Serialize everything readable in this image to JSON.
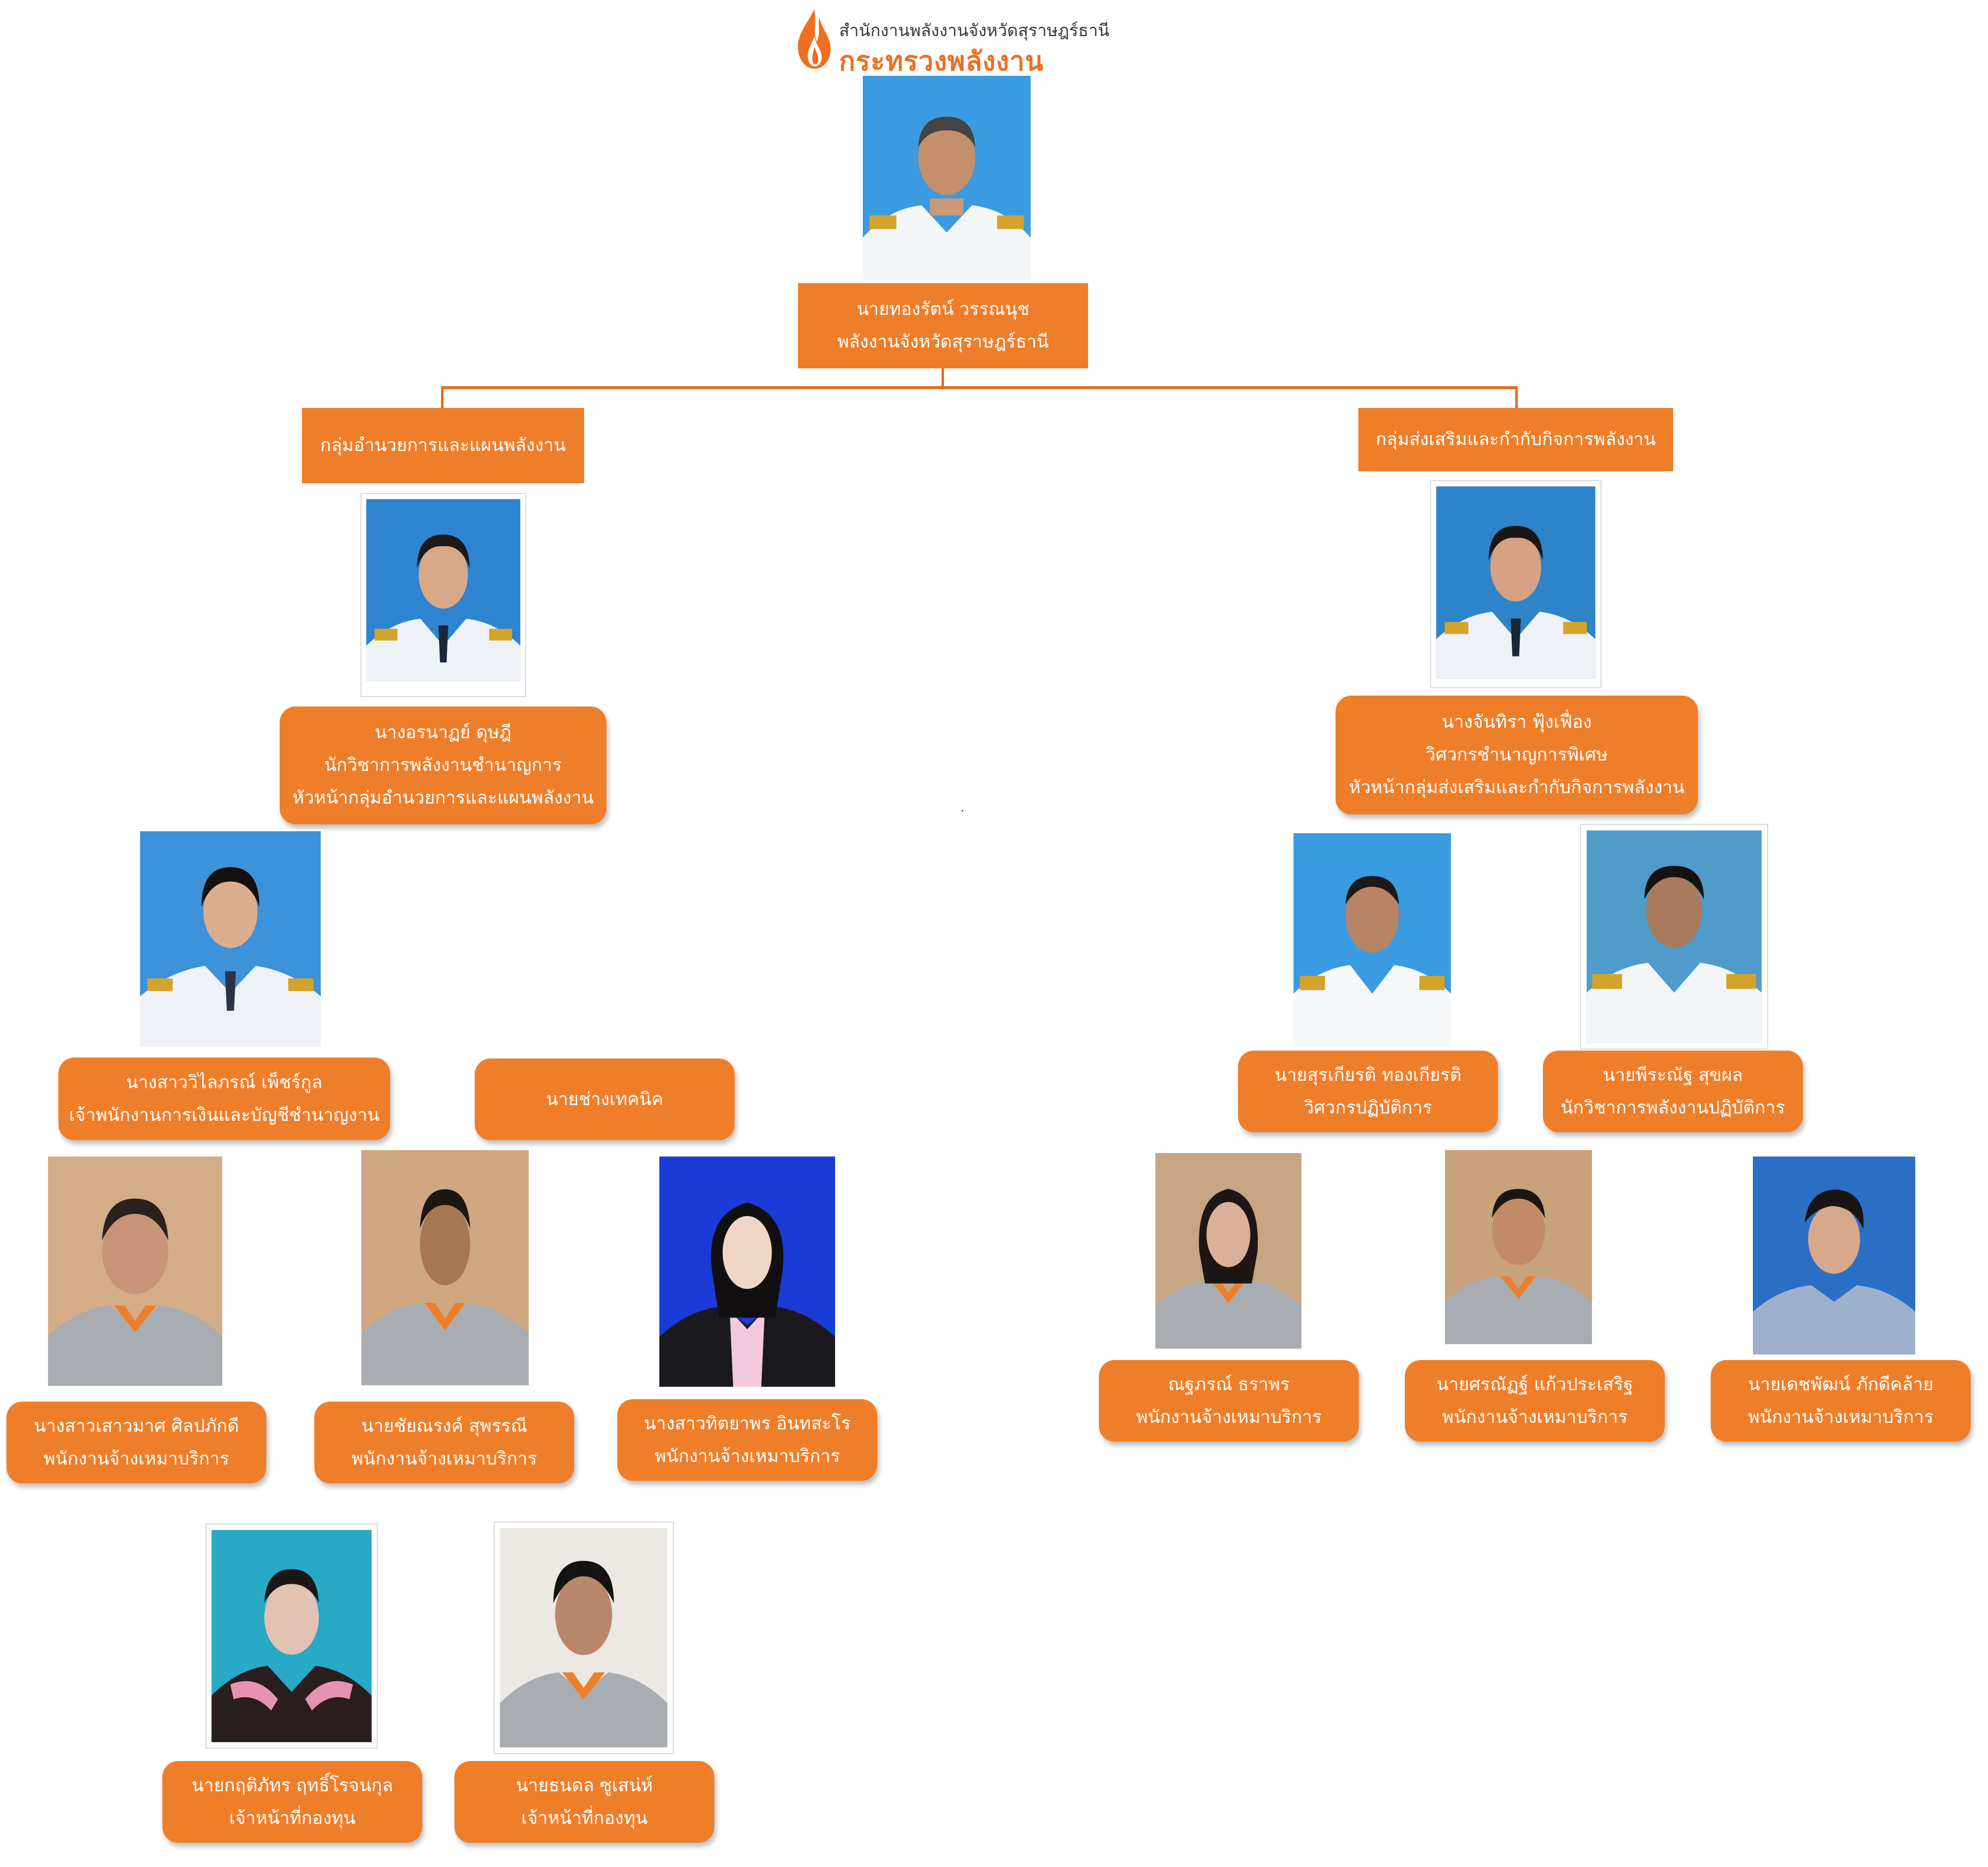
{
  "header": {
    "org_line": "สำนักงานพลังงานจังหวัดสุราษฎร์ธานี",
    "ministry": "กระทรวงพลังงาน"
  },
  "colors": {
    "accent": "#ef7e2a",
    "line": "#e56d1e",
    "photo_blue": "#2d8fd6"
  },
  "head": {
    "name": "นายทองรัตน์ วรรณนุช",
    "title": "พลังงานจังหวัดสุราษฎร์ธานี"
  },
  "groups": {
    "left_label": "กลุ่มอำนวยการและแผนพลังงาน",
    "right_label": "กลุ่มส่งเสริมและกำกับกิจการพลังงาน"
  },
  "left_lead": {
    "name": "นางอรนาฏย์  ดุษฎี",
    "title": "นักวิชาการพลังงานชำนาญการ",
    "role": "หัวหน้ากลุ่มอำนวยการและแผนพลังงาน"
  },
  "right_lead": {
    "name": "นางจันทิรา  ฟุ้งเฟื่อง",
    "title": "วิศวกรชำนาญการพิเศษ",
    "role": "หัวหน้ากลุ่มส่งเสริมและกำกับกิจการพลังงาน"
  },
  "left_officer": {
    "name": "นางสาววิไลภรณ์ เพ็ชร์กูล",
    "title": "เจ้าพนักงานการเงินและบัญชีชำนาญงาน"
  },
  "technician": {
    "label": "นายช่างเทคนิค"
  },
  "right_officers": [
    {
      "name": "นายสุรเกียรติ ทองเกียรติ",
      "title": "วิศวกรปฏิบัติการ"
    },
    {
      "name": "นายพีระณัฐ  สุขผล",
      "title": "นักวิชาการพลังงานปฏิบัติการ"
    }
  ],
  "left_staff": [
    {
      "name": "นางสาวเสาวมาศ ศิลปภักดี",
      "title": "พนักงานจ้างเหมาบริการ"
    },
    {
      "name": "นายชัยณรงค์ สุพรรณี",
      "title": "พนักงานจ้างเหมาบริการ"
    },
    {
      "name": "นางสาวทิตยาพร  อินทสะโร",
      "title": "พนักงานจ้างเหมาบริการ"
    }
  ],
  "right_staff": [
    {
      "name": "ณฐภรณ์ ธราพร",
      "title": "พนักงานจ้างเหมาบริการ"
    },
    {
      "name": "นายศรณัฏฐ์  แก้วประเสริฐ",
      "title": "พนักงานจ้างเหมาบริการ"
    },
    {
      "name": "นายเดชพัฒน์ ภักดีคล้าย",
      "title": "พนักงานจ้างเหมาบริการ"
    }
  ],
  "fund_staff": [
    {
      "name": "นายกฤติภัทร  ฤทธิ์โรจนกุล",
      "title": "เจ้าหน้าที่กองทุน"
    },
    {
      "name": "นายธนดล ซูเสน่ห์",
      "title": "เจ้าหน้าที่กองทุน"
    }
  ]
}
